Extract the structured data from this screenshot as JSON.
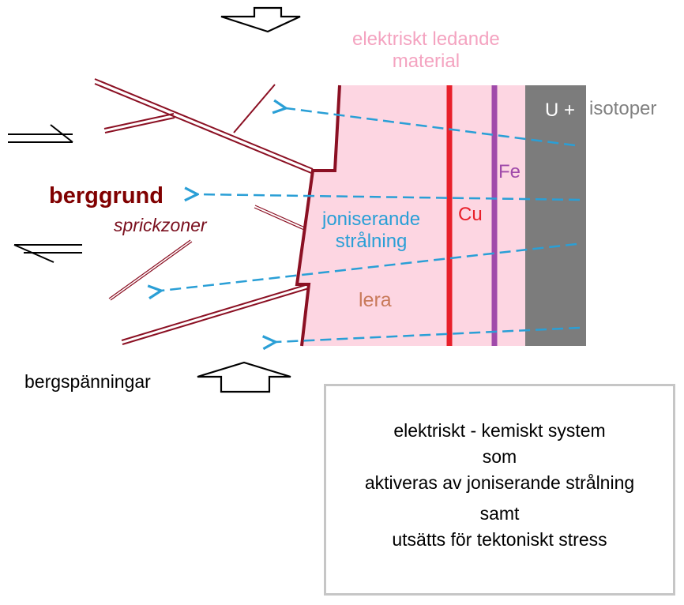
{
  "labels": {
    "material_line1": "elektriskt ledande",
    "material_line2": "material",
    "isotoper": "isotoper",
    "u_plus": "U +",
    "fe": "Fe",
    "cu": "Cu",
    "berggrund": "berggrund",
    "sprickzoner": "sprickzoner",
    "stralning_line1": "joniserande",
    "stralning_line2": "strålning",
    "lera": "lera",
    "bergspanningar": "bergspänningar"
  },
  "system_box": {
    "lines": [
      "elektriskt - kemiskt system",
      "som",
      "aktiveras av joniserande strålning",
      "samt",
      "utsätts  för tektoniskt stress"
    ]
  },
  "colors": {
    "clay": "#fdd6e2",
    "rock_crack": "#8b1023",
    "radiation": "#2a9fd6",
    "copper": "#e8202a",
    "iron": "#a04aaa",
    "uranium": "#7c7c7c"
  }
}
